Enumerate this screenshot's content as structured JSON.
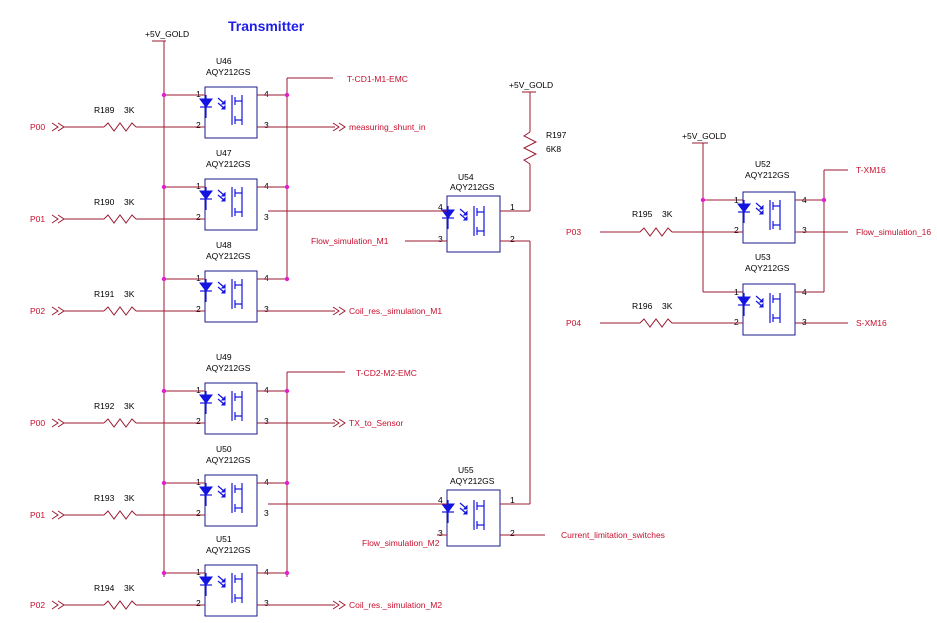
{
  "title": "Transmitter",
  "supply": "+5V_GOLD",
  "part_type": "AQY212GS",
  "opto_relays": [
    {
      "ref": "U46",
      "in": "R189",
      "rval": "3K",
      "port": "P00",
      "out": "measuring_shunt_in"
    },
    {
      "ref": "U47",
      "in": "R190",
      "rval": "3K",
      "port": "P01"
    },
    {
      "ref": "U48",
      "in": "R191",
      "rval": "3K",
      "port": "P02",
      "out": "Coil_res._simulation_M1"
    },
    {
      "ref": "U49",
      "in": "R192",
      "rval": "3K",
      "port": "P00",
      "out": "TX_to_Sensor"
    },
    {
      "ref": "U50",
      "in": "R193",
      "rval": "3K",
      "port": "P01"
    },
    {
      "ref": "U51",
      "in": "R194",
      "rval": "3K",
      "port": "P02",
      "out": "Coil_res._simulation_M2"
    }
  ],
  "top_net_1": "T-CD1-M1-EMC",
  "top_net_2": "T-CD2-M2-EMC",
  "u54": {
    "ref": "U54",
    "net": "Flow_simulation_M1"
  },
  "u55": {
    "ref": "U55",
    "net_left": "Flow_simulation_M2",
    "net_right": "Current_limitation_switches"
  },
  "r197": {
    "ref": "R197",
    "val": "6K8"
  },
  "u52": {
    "ref": "U52",
    "rref": "R195",
    "rval": "3K",
    "port": "P03",
    "net_top": "T-XM16",
    "net_out": "Flow_simulation_16"
  },
  "u53": {
    "ref": "U53",
    "rref": "R196",
    "rval": "3K",
    "port": "P04",
    "net_out": "S-XM16"
  },
  "pins": {
    "p1": "1",
    "p2": "2",
    "p3": "3",
    "p4": "4"
  },
  "colors": {
    "wire": "#9b1b30",
    "net": "#c8102e",
    "symbol": "#1414e0",
    "junction": "#e020d0",
    "title": "#1e1ee8"
  }
}
